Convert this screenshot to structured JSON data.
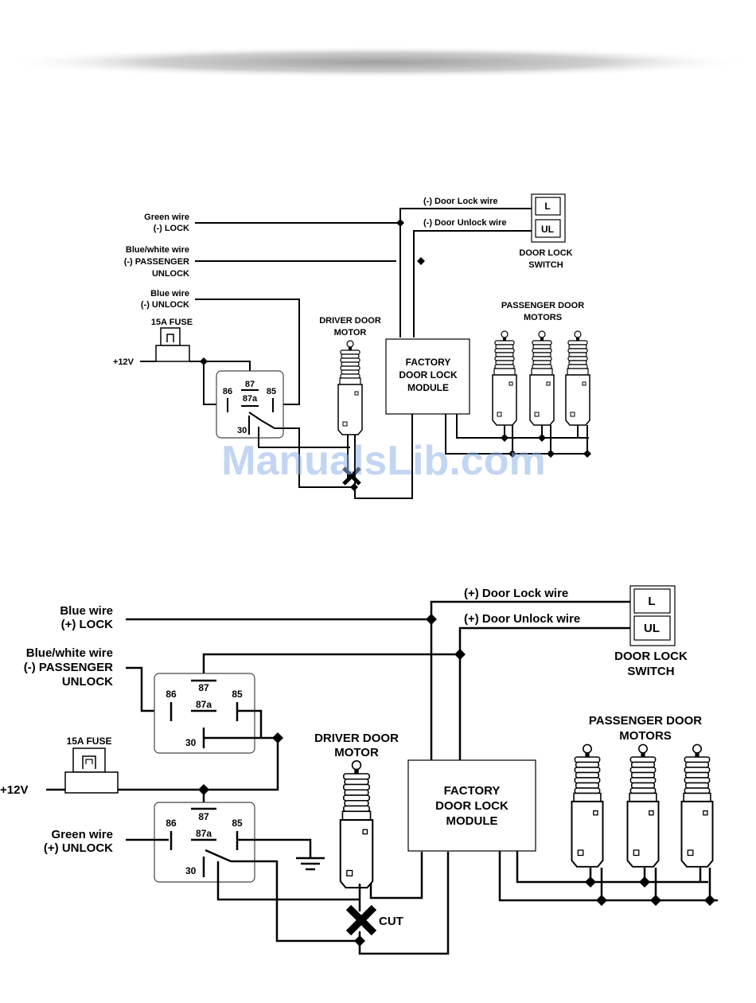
{
  "watermark": "ManualsLib.com",
  "top": {
    "green_wire": "Green wire",
    "green_func": "(-) LOCK",
    "bw_wire": "Blue/white wire",
    "bw_func1": "(-) PASSENGER",
    "bw_func2": "UNLOCK",
    "blue_wire": "Blue wire",
    "blue_func": "(-) UNLOCK",
    "fuse": "15A FUSE",
    "power": "+12V",
    "relay": {
      "p86": "86",
      "p87": "87",
      "p87a": "87a",
      "p85": "85",
      "p30": "30"
    },
    "driver_motor1": "DRIVER DOOR",
    "driver_motor2": "MOTOR",
    "module1": "FACTORY",
    "module2": "DOOR LOCK",
    "module3": "MODULE",
    "passenger1": "PASSENGER DOOR",
    "passenger2": "MOTORS",
    "lock_wire": "(-) Door Lock wire",
    "unlock_wire": "(-) Door Unlock wire",
    "switch_l": "L",
    "switch_ul": "UL",
    "switch1": "DOOR LOCK",
    "switch2": "SWITCH"
  },
  "bottom": {
    "blue_wire": "Blue wire",
    "blue_func": "(+) LOCK",
    "bw_wire": "Blue/white wire",
    "bw_func1": "(-) PASSENGER",
    "bw_func2": "UNLOCK",
    "fuse": "15A FUSE",
    "power": "+12V",
    "green_wire": "Green wire",
    "green_func": "(+) UNLOCK",
    "relay1": {
      "p86": "86",
      "p87": "87",
      "p87a": "87a",
      "p85": "85",
      "p30": "30"
    },
    "relay2": {
      "p86": "86",
      "p87": "87",
      "p87a": "87a",
      "p85": "85",
      "p30": "30"
    },
    "driver_motor1": "DRIVER DOOR",
    "driver_motor2": "MOTOR",
    "module1": "FACTORY",
    "module2": "DOOR LOCK",
    "module3": "MODULE",
    "passenger1": "PASSENGER DOOR",
    "passenger2": "MOTORS",
    "lock_wire": "(+) Door Lock wire",
    "unlock_wire": "(+) Door Unlock wire",
    "switch_l": "L",
    "switch_ul": "UL",
    "switch1": "DOOR LOCK",
    "switch2": "SWITCH",
    "cut": "CUT"
  }
}
